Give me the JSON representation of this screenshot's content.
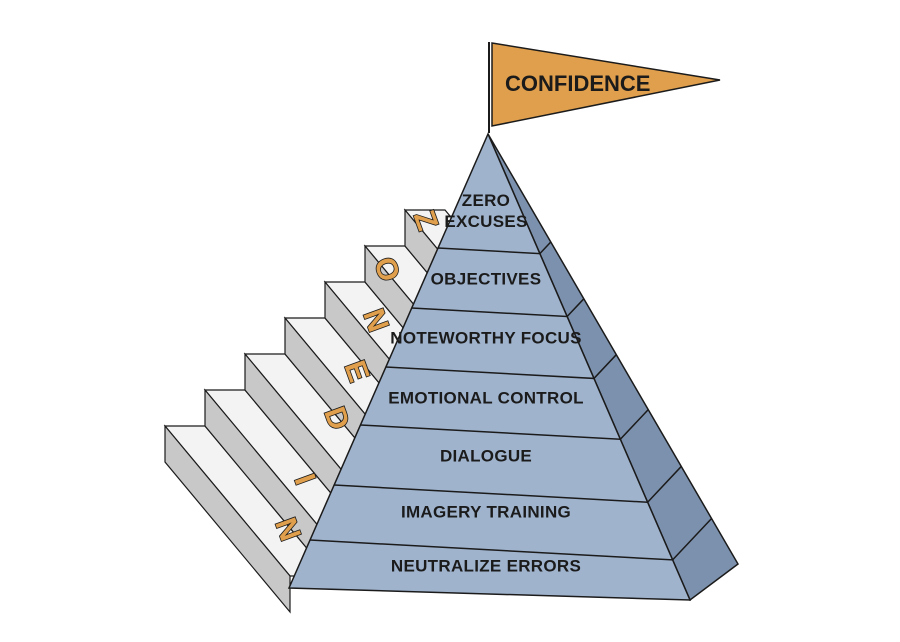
{
  "colors": {
    "tier_front": "#9fb3cd",
    "tier_side": "#7c91ad",
    "stair_top": "#f3f3f3",
    "stair_riser": "#c8c8c8",
    "flag": "#e09f4c",
    "outline": "#1b1b1b"
  },
  "flag": {
    "label": "CONFIDENCE"
  },
  "tiers": [
    {
      "lines": [
        "ZERO",
        "EXCUSES"
      ]
    },
    {
      "lines": [
        "OBJECTIVES"
      ]
    },
    {
      "lines": [
        "NOTEWORTHY FOCUS"
      ]
    },
    {
      "lines": [
        "EMOTIONAL CONTROL"
      ]
    },
    {
      "lines": [
        "DIALOGUE"
      ]
    },
    {
      "lines": [
        "IMAGERY TRAINING"
      ]
    },
    {
      "lines": [
        "NEUTRALIZE ERRORS"
      ]
    }
  ],
  "stair_letters": [
    "Z",
    "O",
    "N",
    "E",
    "D",
    "I",
    "N"
  ]
}
